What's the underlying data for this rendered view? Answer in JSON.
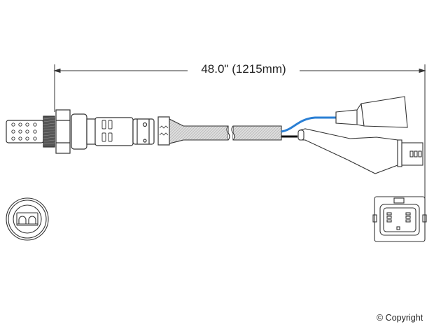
{
  "diagram": {
    "subject": "Oxygen sensor with wiring harness and connector",
    "dimension": {
      "label": "48.0\" (1215mm)",
      "inches": 48.0,
      "millimeters": 1215
    },
    "wires": [
      {
        "name": "blue-wire",
        "color": "#2a7fd4"
      },
      {
        "name": "black-wire",
        "color": "#111111"
      }
    ],
    "views": {
      "sensor_end_view": "sensor-end-view",
      "connector_end_view": "connector-end-view"
    },
    "line_color": "#333333",
    "braid_color": "#cfcfcf"
  },
  "footer": {
    "copyright": "© Copyright"
  }
}
